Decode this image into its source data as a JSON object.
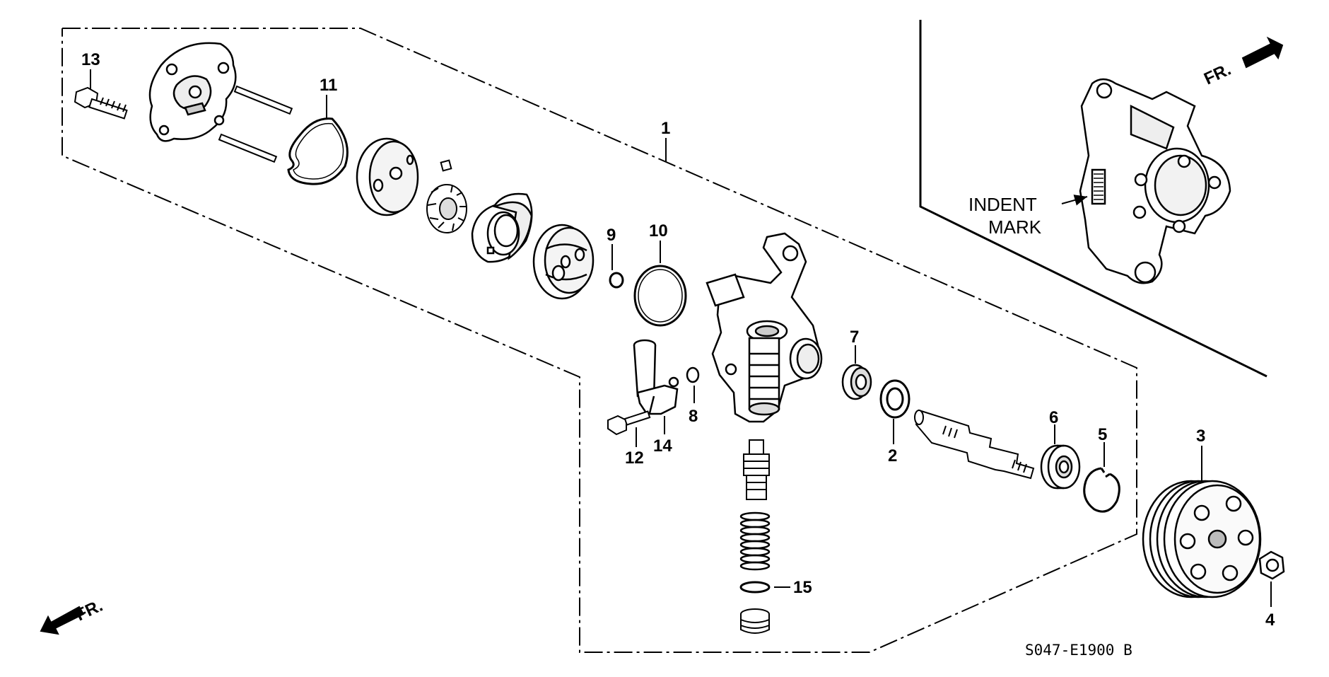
{
  "diagram": {
    "callouts": {
      "c1": "1",
      "c2": "2",
      "c3": "3",
      "c4": "4",
      "c5": "5",
      "c6": "6",
      "c7": "7",
      "c8": "8",
      "c9": "9",
      "c10": "10",
      "c11": "11",
      "c12": "12",
      "c13": "13",
      "c14": "14",
      "c15": "15"
    },
    "inset": {
      "note_line1": "INDENT",
      "note_line2": "MARK"
    },
    "direction_top": "FR.",
    "direction_bottom": "FR.",
    "diagram_code": "S047-E1900 B"
  }
}
